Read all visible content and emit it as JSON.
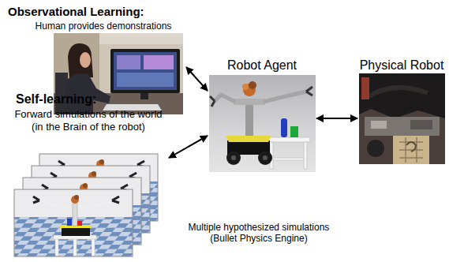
{
  "diagram": {
    "nodes": [
      {
        "text": [
          "Observational Learning:",
          "Human provides demonstrations"
        ]
      },
      {
        "text": [
          "Robot Agent"
        ]
      },
      {
        "text": [
          "Physical Robot"
        ]
      },
      {
        "text": [
          "Self-learning:",
          "Forward simulations of the world (in the Brain of the robot)"
        ]
      }
    ],
    "edges": [
      {
        "from": 0,
        "to": 1,
        "arrow": "both"
      },
      {
        "from": 3,
        "to": 1,
        "arrow": "both"
      },
      {
        "from": 1,
        "to": 2,
        "arrow": "both"
      }
    ],
    "labels": [
      "Multiple hypothesized simulations (Bullet Physics Engine)"
    ]
  }
}
